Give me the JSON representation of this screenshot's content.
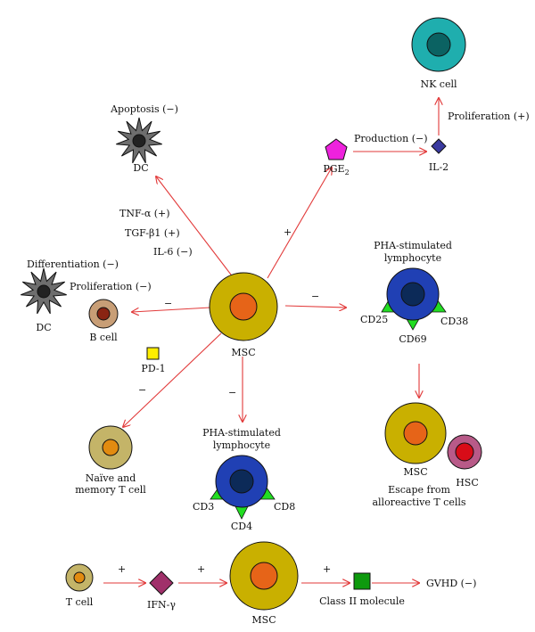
{
  "colors": {
    "arrow": "#e23a3a",
    "msc_outer": "#c9b000",
    "msc_inner": "#e66418",
    "lymph_outer": "#2040b4",
    "lymph_inner": "#0c2a58",
    "nk_outer": "#1faeae",
    "nk_inner": "#0b6262",
    "dc": "#6e6e6e",
    "bcell_outer": "#c89e76",
    "bcell_inner": "#8a2412",
    "tcell_outer": "#c4b468",
    "tcell_inner": "#e28b10",
    "hsc_outer": "#b85a88",
    "hsc_inner": "#d80c18",
    "marker": "#22dd22",
    "pge2": "#ee22dd",
    "il2": "#3a3aa0",
    "pd1": "#ffee00",
    "ifn": "#a0306a",
    "class2": "#0d9a0d"
  },
  "labels": {
    "nk_cell": "NK cell",
    "proliferation_plus": "Proliferation (+)",
    "il2": "IL-2",
    "production": "Production (−)",
    "pge2_main": "PGE",
    "pge2_sub": "2",
    "apoptosis": "Apoptosis (−)",
    "dc_top": "DC",
    "tnf": "TNF-α (+)",
    "tgf": "TGF-β1 (+)",
    "il6": "IL-6 (−)",
    "differentiation": "Differentiation (−)",
    "proliferation_minus": "Proliferation (−)",
    "dc_left": "DC",
    "bcell": "B cell",
    "pd1": "PD-1",
    "msc_center": "MSC",
    "pha_right_1": "PHA-stimulated",
    "pha_right_2": "lymphocyte",
    "cd25": "CD25",
    "cd69": "CD69",
    "cd38": "CD38",
    "naive_1": "Naïve and",
    "naive_2": "memory T cell",
    "pha_bottom_1": "PHA-stimulated",
    "pha_bottom_2": "lymphocyte",
    "cd3": "CD3",
    "cd4": "CD4",
    "cd8": "CD8",
    "msc_right": "MSC",
    "hsc": "HSC",
    "escape_1": "Escape from",
    "escape_2": "alloreactive T cells",
    "tcell": "T cell",
    "ifn": "IFN-γ",
    "msc_bottom": "MSC",
    "class2": "Class II molecule",
    "gvhd": "GVHD (−)"
  },
  "signs": {
    "to_pge2": "+",
    "to_pha_right": "−",
    "to_bcell": "−",
    "to_naive": "−",
    "to_pha_bottom": "−",
    "tcell_to_ifn": "+",
    "ifn_to_msc": "+",
    "msc_to_class2": "+"
  }
}
